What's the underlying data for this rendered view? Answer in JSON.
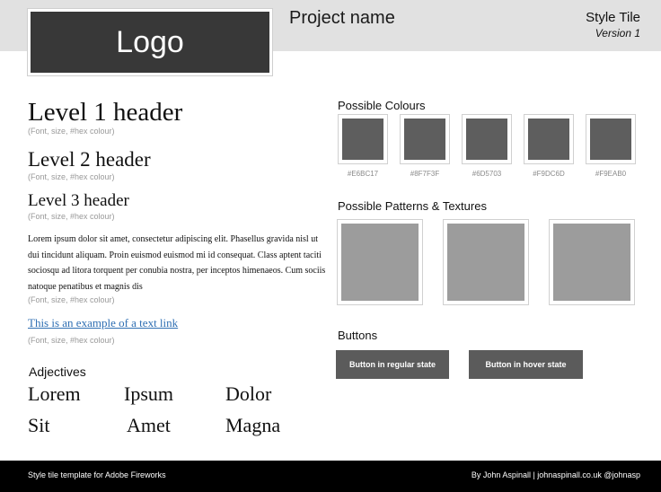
{
  "header": {
    "logo": "Logo",
    "project_name": "Project name",
    "tile_title": "Style Tile",
    "version": "Version 1"
  },
  "typography": {
    "h1": "Level 1 header",
    "h2": "Level 2 header",
    "h3": "Level 3 header",
    "note": "(Font, size, #hex colour)",
    "body": "Lorem ipsum dolor sit amet, consectetur adipiscing elit. Phasellus gravida nisl ut dui tincidunt aliquam. Proin euismod euismod mi id consequat. Class aptent taciti sociosqu ad litora torquent per conubia nostra, per inceptos himenaeos. Cum sociis natoque penatibus et magnis dis",
    "link": "This is an example of a text link"
  },
  "adjectives": {
    "title": "Adjectives",
    "words": [
      "Lorem",
      "Ipsum",
      "Dolor",
      "Sit",
      "Amet",
      "Magna"
    ]
  },
  "colours": {
    "title": "Possible Colours",
    "swatch_fill": "#5e5e5e",
    "hex_codes": [
      "#E6BC17",
      "#8F7F3F",
      "#6D5703",
      "#F9DC6D",
      "#F9EAB0"
    ]
  },
  "patterns": {
    "title": "Possible Patterns & Textures",
    "fill": "#9c9c9c"
  },
  "buttons": {
    "title": "Buttons",
    "regular": "Button in regular state",
    "hover": "Button in hover state"
  },
  "footer": {
    "left": "Style tile template for Adobe Fireworks",
    "right": "By John Aspinall | johnaspinall.co.uk @johnasp"
  }
}
